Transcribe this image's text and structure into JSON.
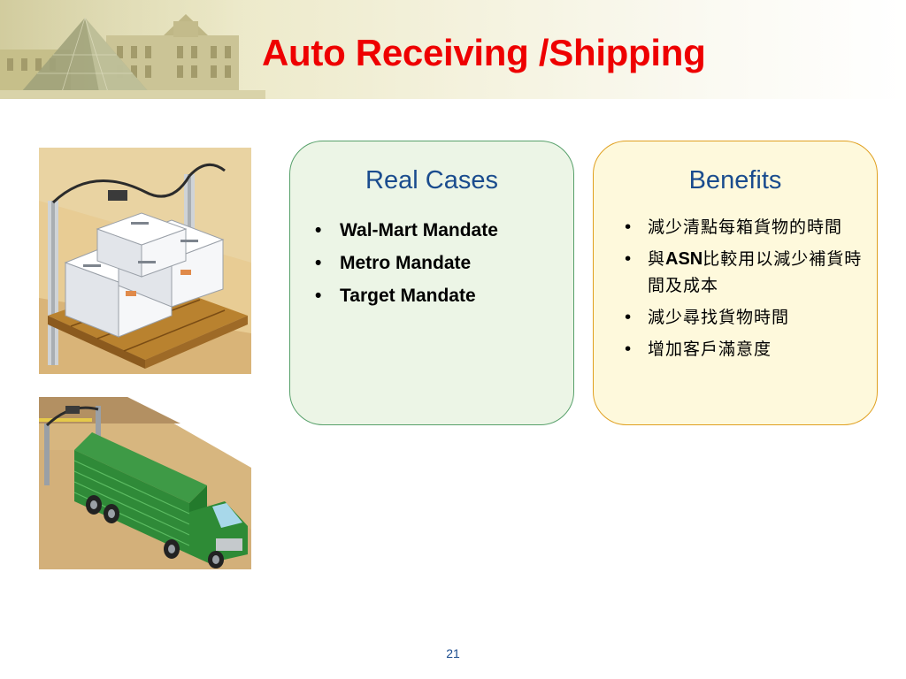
{
  "slide": {
    "title": "Auto Receiving /Shipping",
    "page_number": "21"
  },
  "real_cases": {
    "heading": "Real Cases",
    "items": [
      "Wal-Mart Mandate",
      "Metro Mandate",
      "Target Mandate"
    ]
  },
  "benefits": {
    "heading": "Benefits",
    "items": [
      {
        "text": "減少清點每箱貨物的時間"
      },
      {
        "before": "與",
        "latin": "ASN",
        "after": "比較用以減少補貨時間及成本"
      },
      {
        "text": "減少尋找貨物時間"
      },
      {
        "text": "增加客戶滿意度"
      }
    ]
  },
  "bullet_symbol": "•",
  "colors": {
    "title": "#ee0000",
    "heading": "#1a4c8e",
    "cases_fill": "#ecf5e6",
    "cases_border": "#57a06a",
    "benefits_fill": "#fef9dc",
    "benefits_border": "#e0a020"
  },
  "images": {
    "header": "louvre-pyramid-photo",
    "top": "rfid-pallet-portal-illustration",
    "bottom": "rfid-truck-dock-illustration"
  }
}
